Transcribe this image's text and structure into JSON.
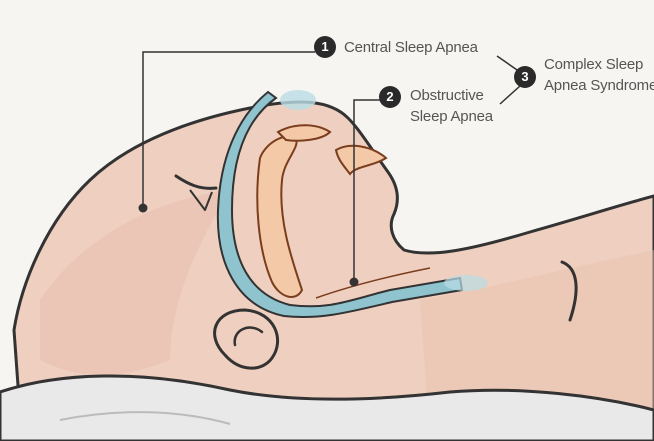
{
  "labels": {
    "central": {
      "number": "1",
      "text": "Central Sleep Apnea"
    },
    "obstructive": {
      "number": "2",
      "line1": "Obstructive",
      "line2": "Sleep Apnea"
    },
    "complex": {
      "number": "3",
      "line1": "Complex Sleep",
      "line2": "Apnea Syndrome"
    }
  },
  "colors": {
    "background": "#f7f5f2",
    "skin": "#efcfc0",
    "skin_shadow": "#e5b9a6",
    "outline": "#333333",
    "airway": "#8fc4cf",
    "tissue": "#f3c9a8",
    "tissue_outline": "#7a3d1d",
    "pillow": "#e9e9e9",
    "badge": "#2a2a2a",
    "label_text": "#555555"
  }
}
